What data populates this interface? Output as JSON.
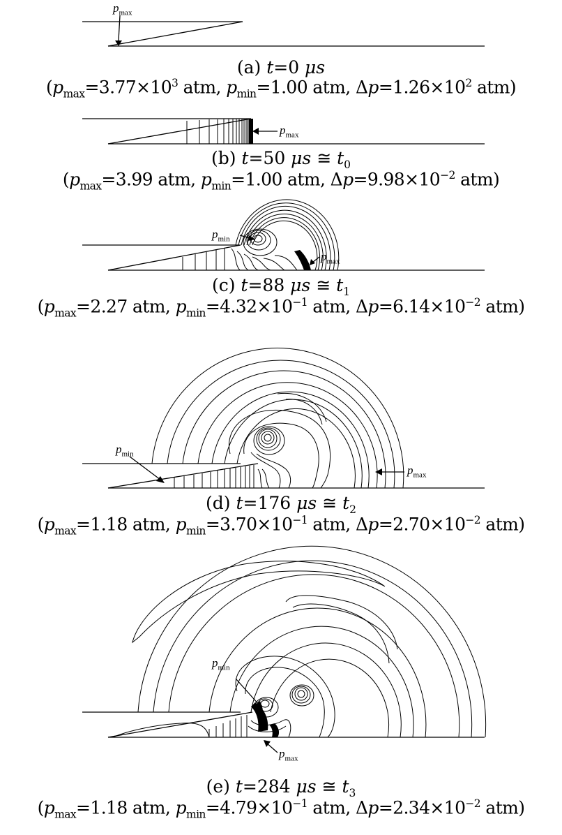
{
  "panels": [
    {
      "caption": "(a) t=0 μs",
      "params": "(pmax=3.77×10³ atm, pmin=1.00 atm, Δp=1.26×10² atm)",
      "labels": [
        "pmax"
      ]
    },
    {
      "caption": "(b) t=50 μs ≅ t0",
      "params": "(pmax=3.99 atm, pmin=1.00 atm, Δp=9.98×10⁻² atm)",
      "labels": [
        "pmax"
      ]
    },
    {
      "caption": "(c) t=88 μs ≅ t1",
      "params": "(pmax=2.27 atm, pmin=4.32×10⁻¹ atm, Δp=6.14×10⁻² atm)",
      "labels": [
        "pmin",
        "pmax"
      ]
    },
    {
      "caption": "(d) t=176 μs ≅ t2",
      "params": "(pmax=1.18 atm, pmin=3.70×10⁻¹ atm, Δp=2.70×10⁻² atm)",
      "labels": [
        "pmin",
        "pmax"
      ]
    },
    {
      "caption": "(e) t=284 μs ≅ t3",
      "params": "(pmax=1.18 atm, pmin=4.79×10⁻¹ atm, Δp=2.34×10⁻² atm)",
      "labels": [
        "pmin",
        "pmax"
      ]
    }
  ]
}
